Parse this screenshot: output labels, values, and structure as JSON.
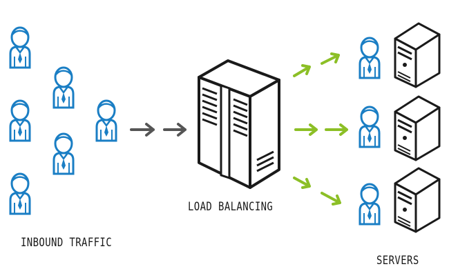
{
  "labels": {
    "inbound": "INBOUND TRAFFIC",
    "load_balancing": "LOAD BALANCING",
    "servers": "SERVERS"
  },
  "colors": {
    "user_outline": "#1a7ec4",
    "inbound_arrow": "#555555",
    "outbound_arrow": "#8cbf26",
    "ink": "#1a1a1a"
  },
  "icons": {
    "user": "user-icon",
    "load_balancer": "load-balancer-server-icon",
    "server": "server-tower-icon"
  }
}
